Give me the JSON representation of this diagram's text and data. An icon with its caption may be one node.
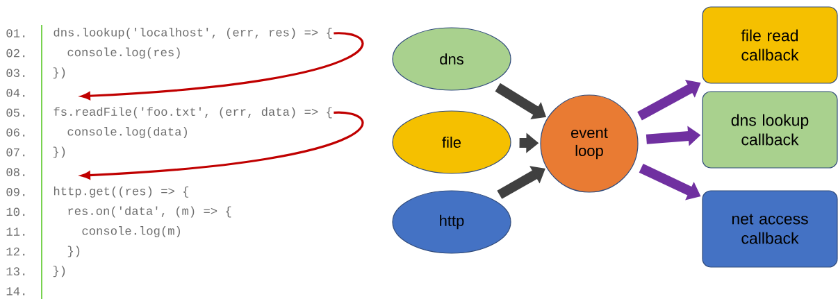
{
  "diagram": {
    "nodes": [
      {
        "text": [
          "dns.lookup('localhost', (err, res) => {"
        ]
      },
      {
        "text": [
          "fs.readFile('foo.txt', (err, data) => {"
        ]
      },
      {
        "text": [
          "http.get((res) => {"
        ]
      },
      {
        "text": [
          "dns"
        ]
      },
      {
        "text": [
          "file"
        ]
      },
      {
        "text": [
          "http"
        ]
      },
      {
        "text": [
          "event loop"
        ]
      },
      {
        "text": [
          "file read callback"
        ]
      },
      {
        "text": [
          "dns lookup callback"
        ]
      },
      {
        "text": [
          "net access callback"
        ]
      }
    ],
    "edges": [
      {
        "from": 0,
        "to": 1,
        "arrow": "to",
        "color": "#c00000"
      },
      {
        "from": 1,
        "to": 2,
        "arrow": "to",
        "color": "#c00000"
      },
      {
        "from": 3,
        "to": 6,
        "arrow": "to",
        "color": "#404040"
      },
      {
        "from": 4,
        "to": 6,
        "arrow": "to",
        "color": "#404040"
      },
      {
        "from": 5,
        "to": 6,
        "arrow": "to",
        "color": "#404040"
      },
      {
        "from": 6,
        "to": 7,
        "arrow": "to",
        "color": "#7030a0"
      },
      {
        "from": 6,
        "to": 8,
        "arrow": "to",
        "color": "#7030a0"
      },
      {
        "from": 6,
        "to": 9,
        "arrow": "to",
        "color": "#7030a0"
      }
    ],
    "labels": [
      "01.",
      "02.",
      "console.log(res)",
      "03.",
      "})",
      "04.",
      "05.",
      "06.",
      "console.log(data)",
      "07.",
      "})",
      "08.",
      "09.",
      "10.",
      "res.on('data', (m) => {",
      "11.",
      "console.log(m)",
      "12.",
      "})",
      "13.",
      "})",
      "14."
    ]
  }
}
